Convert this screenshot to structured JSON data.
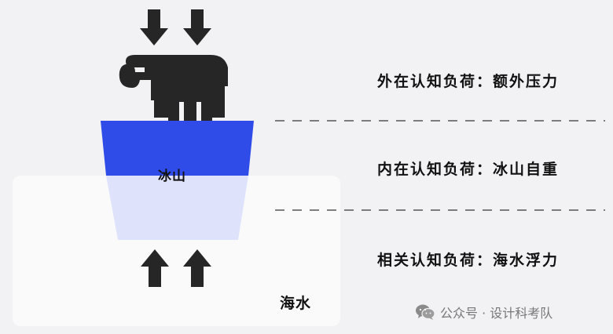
{
  "labels": {
    "external_load": "外在认知负荷：额外压力",
    "intrinsic_load": "内在认知负荷：冰山自重",
    "germane_load": "相关认知负荷：海水浮力"
  },
  "iceberg_label": "冰山",
  "water_label": "海水",
  "watermark": {
    "text": "公众号 · 设计科考队",
    "icon": "wechat-icon"
  },
  "colors": {
    "background": "#f2f2f4",
    "iceberg_top": "#2f4be8",
    "iceberg_submerged": "#dfe2fb",
    "water": "#fafafb",
    "figure": "#262626",
    "dashed_line": "#555555"
  }
}
